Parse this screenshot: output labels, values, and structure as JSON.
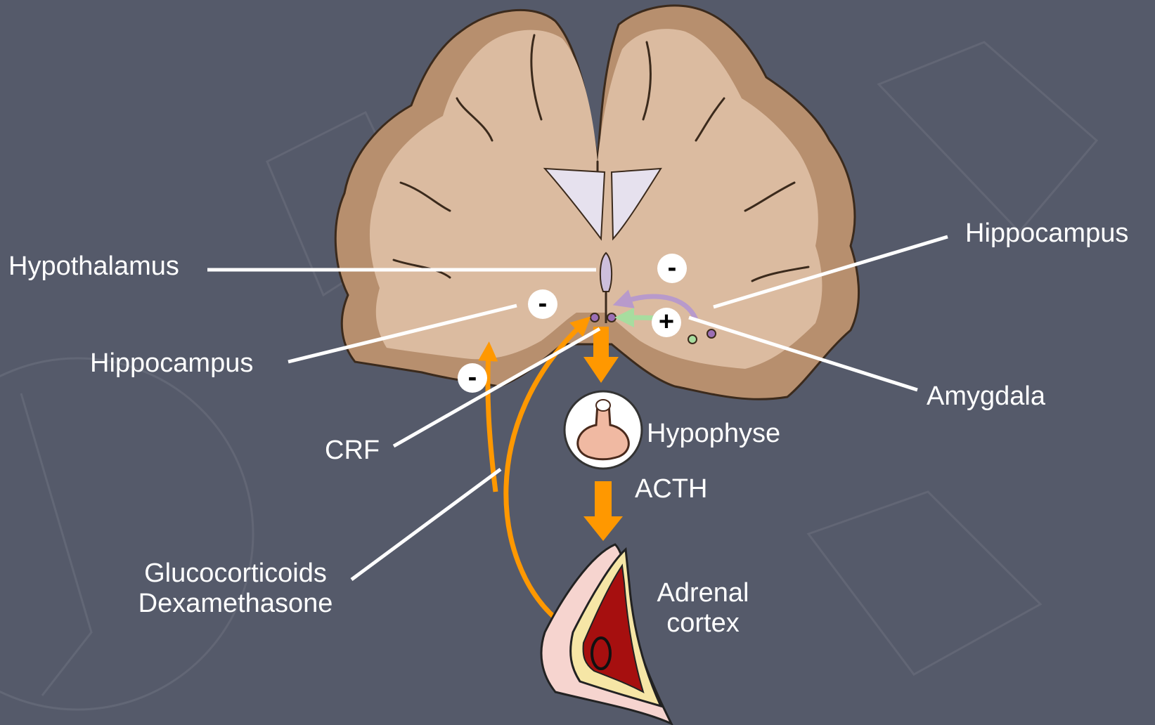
{
  "labels": {
    "hypothalamus": "Hypothalamus",
    "hippocampus_left": "Hippocampus",
    "hippocampus_right": "Hippocampus",
    "amygdala": "Amygdala",
    "crf": "CRF",
    "hypophyse": "Hypophyse",
    "acth": "ACTH",
    "glucocorticoids_line1": "Glucocorticoids",
    "glucocorticoids_line2": "Dexamethasone",
    "adrenal_line1": "Adrenal",
    "adrenal_line2": "cortex"
  },
  "signs": {
    "inhibit": "-",
    "excite": "+"
  },
  "colors": {
    "background": "#555a6a",
    "brain_outer": "#b78f6e",
    "brain_inner": "#dbbba0",
    "ventricle": "#e6e1ee",
    "pathway": "#ff9800",
    "amygdala_arrow": "#b89acb",
    "excite_arrow": "#a7dd9f",
    "adrenal_medulla": "#a60f0f",
    "adrenal_cortex": "#f6e6a6",
    "leader_line": "#ffffff"
  }
}
